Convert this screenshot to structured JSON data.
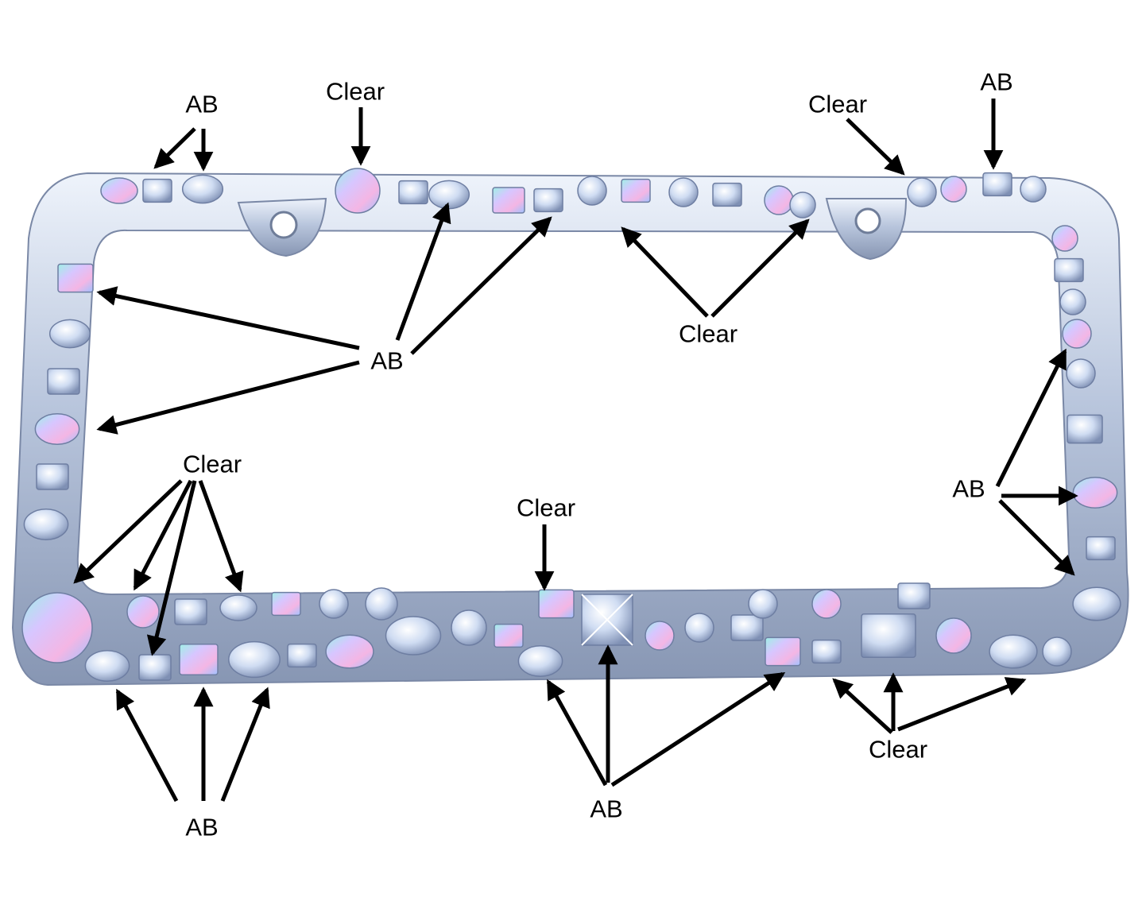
{
  "colors": {
    "background": "#ffffff",
    "arrow": "#000000",
    "label_text": "#000000",
    "chrome_frame": "#c9d3e6",
    "clear_gem": "#cfe0f7",
    "ab_gem_tint": "#b98fe0"
  },
  "frame": {
    "description_icon": "rhinestone-license-plate-frame"
  },
  "labels": {
    "ab_top_left": "AB",
    "clear_top_left": "Clear",
    "clear_top_right": "Clear",
    "ab_top_right": "AB",
    "ab_left_center": "AB",
    "clear_top_center": "Clear",
    "clear_bottom_left": "Clear",
    "clear_bottom_center": "Clear",
    "ab_right": "AB",
    "ab_bottom_left": "AB",
    "ab_bottom_center": "AB",
    "clear_bottom_right": "Clear"
  }
}
